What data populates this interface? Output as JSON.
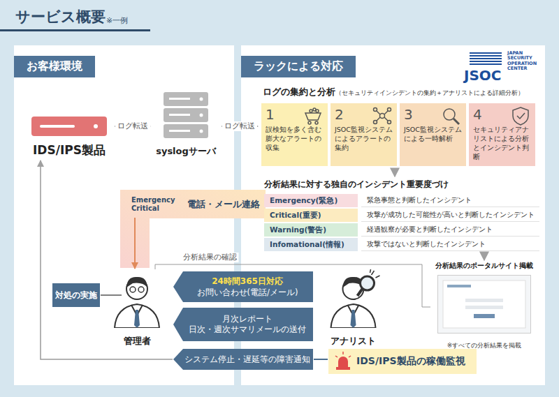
{
  "diagram": {
    "title": "サービス概要",
    "nodes": [
      {
        "text": [
          "お客様環境"
        ]
      },
      {
        "text": [
          "IDS/IPS製品"
        ],
        "in": 0
      },
      {
        "text": [
          "syslogサーバ"
        ],
        "in": 0
      },
      {
        "text": [
          "管理者"
        ],
        "in": 0
      },
      {
        "text": [
          "対処の実施"
        ],
        "in": 0
      },
      {
        "text": [
          "ラックによる対応"
        ]
      },
      {
        "text": [
          "ログの集約と分析",
          "（セキュリティインシデントの集約＋アナリストによる詳細分析）"
        ],
        "in": 5
      },
      {
        "text": [
          "1",
          "誤検知を多く含む膨大なアラートの収集"
        ],
        "in": 6
      },
      {
        "text": [
          "2",
          "JSOC監視システムによるアラートの集約"
        ],
        "in": 6
      },
      {
        "text": [
          "3",
          "JSOC監視システムによる一時解析"
        ],
        "in": 6
      },
      {
        "text": [
          "4",
          "セキュリティアナリストによる分析とインシデント判断"
        ],
        "in": 6
      },
      {
        "text": [
          "分析結果に対する独自のインシデント重要度づけ"
        ],
        "in": 5
      },
      {
        "text": [
          "Emergency(緊急)",
          "緊急事態と判断したインシデント"
        ],
        "in": 11
      },
      {
        "text": [
          "Critical(重要)",
          "攻撃が成功した可能性が高いと判断したインシデント"
        ],
        "in": 11
      },
      {
        "text": [
          "Warning(警告)",
          "経過観察が必要と判断したインシデント"
        ],
        "in": 11
      },
      {
        "text": [
          "Infomational(情報)",
          "攻撃ではないと判断したインシデント"
        ],
        "in": 11
      },
      {
        "text": [
          "分析結果のポータルサイト掲載",
          "※すべての分析結果を掲載"
        ],
        "in": 5
      },
      {
        "text": [
          "アナリスト"
        ],
        "in": 5
      },
      {
        "text": [
          "IDS/IPS製品の稼働監視"
        ],
        "in": 5
      },
      {
        "text": [
          "24時間365日対応",
          "お問い合わせ(電話/メール)"
        ]
      },
      {
        "text": [
          "月次レポート",
          "日次・週次サマリメールの送付"
        ]
      },
      {
        "text": [
          "システム停止・遅延等の障害通知"
        ]
      },
      {
        "text": [
          "Emergency Critical",
          "電話・メール連絡"
        ]
      }
    ],
    "edges": [
      {
        "from": 1,
        "to": 2,
        "label": "ログ転送",
        "arrow": "to"
      },
      {
        "from": 2,
        "to": 6,
        "label": "ログ転送",
        "arrow": "to"
      },
      {
        "from": 6,
        "to": 11,
        "arrow": "to"
      },
      {
        "from": 11,
        "to": 16,
        "arrow": "to"
      },
      {
        "from": 16,
        "to": 3,
        "label": "分析結果の確認",
        "arrow": "none"
      },
      {
        "from": 22,
        "to": 3,
        "arrow": "to"
      },
      {
        "from": 3,
        "to": 4,
        "arrow": "none"
      },
      {
        "from": 21,
        "to": 1,
        "arrow": "to"
      },
      {
        "from": 18,
        "to": 21,
        "arrow": "none"
      }
    ],
    "labels": [
      "※一例",
      "JSOC",
      "JAPAN SECURITY OPERATION CENTER"
    ]
  }
}
